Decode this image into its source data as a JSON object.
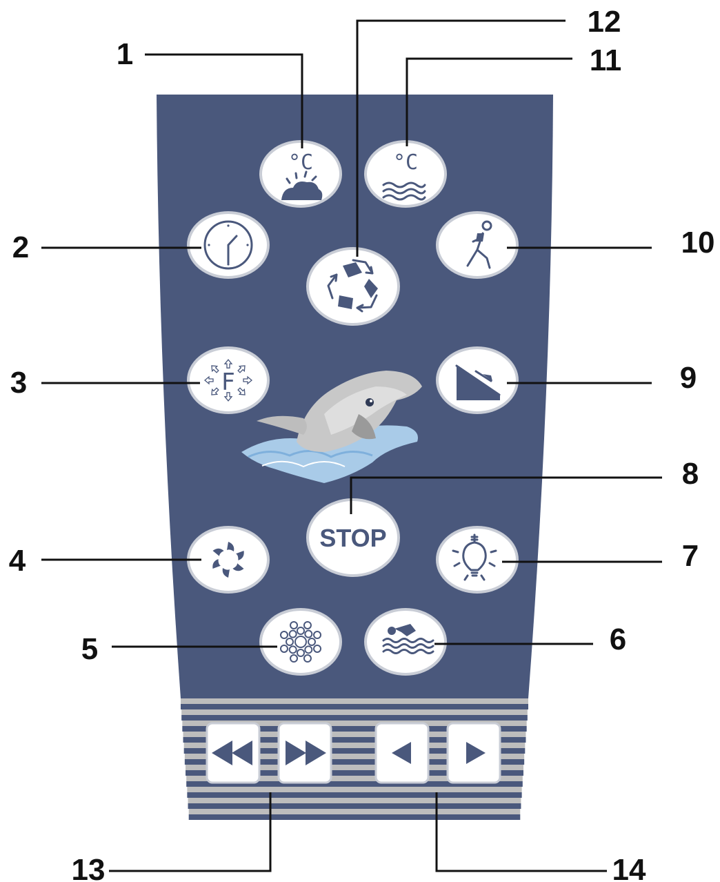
{
  "panel": {
    "background_color": "#4a587c",
    "button_fill": "#ffffff",
    "button_outline": "#c9cdd6",
    "stripe_color": "#bdbdbd"
  },
  "buttons": [
    {
      "id": "btn-1",
      "icon": "air-temperature-icon",
      "display": "°C",
      "callout": "1"
    },
    {
      "id": "btn-2",
      "icon": "clock-icon",
      "callout": "2"
    },
    {
      "id": "btn-3",
      "icon": "filter-cycle-icon",
      "display": "F",
      "callout": "3"
    },
    {
      "id": "btn-4",
      "icon": "pump-swirl-icon",
      "callout": "4"
    },
    {
      "id": "btn-5",
      "icon": "air-bubbles-icon",
      "callout": "5"
    },
    {
      "id": "btn-6",
      "icon": "swimmer-icon",
      "callout": "6"
    },
    {
      "id": "btn-7",
      "icon": "light-bulb-icon",
      "callout": "7"
    },
    {
      "id": "btn-8",
      "label": "STOP",
      "callout": "8"
    },
    {
      "id": "btn-9",
      "icon": "pool-cover-icon",
      "callout": "9"
    },
    {
      "id": "btn-10",
      "icon": "walking-person-icon",
      "callout": "10"
    },
    {
      "id": "btn-11",
      "icon": "water-temperature-icon",
      "display": "°C",
      "callout": "11"
    },
    {
      "id": "btn-12",
      "icon": "recycle-icon",
      "callout": "12"
    }
  ],
  "navigation": [
    {
      "icon": "fast-rewind-icon",
      "group": "13"
    },
    {
      "icon": "fast-forward-icon",
      "group": "13"
    },
    {
      "icon": "arrow-left-icon",
      "group": "14"
    },
    {
      "icon": "arrow-right-icon",
      "group": "14"
    }
  ],
  "callouts": [
    "1",
    "2",
    "3",
    "4",
    "5",
    "6",
    "7",
    "8",
    "9",
    "10",
    "11",
    "12",
    "13",
    "14"
  ],
  "decoration": {
    "icon": "dolphin-logo-icon"
  }
}
